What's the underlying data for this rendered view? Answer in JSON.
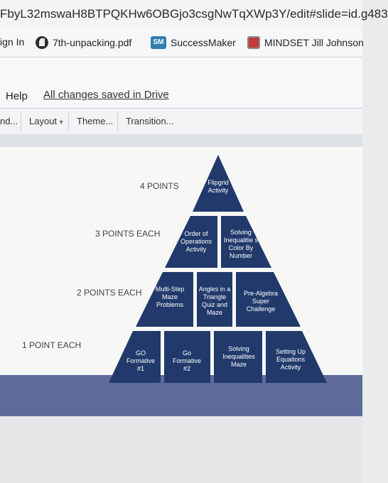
{
  "browser": {
    "url": "FbyL32mswaH8BTPQKHw6OBGjo3csgNwTqXWp3Y/edit#slide=id.g483",
    "bookmarks": [
      {
        "label": "ign In",
        "icon": "generic"
      },
      {
        "label": "7th-unpacking.pdf",
        "icon": "pdf-icon"
      },
      {
        "label": "SuccessMaker",
        "icon": "successmaker-icon",
        "icon_text": "SM"
      },
      {
        "label": "MINDSET Jill Johnson",
        "icon": "mindset-icon"
      }
    ]
  },
  "app": {
    "menu_help": "Help",
    "save_status": "All changes saved in Drive"
  },
  "toolbar": {
    "background": "nd...",
    "layout": "Layout",
    "layout_arrow": "▾",
    "theme": "Theme...",
    "transition": "Transition..."
  },
  "slide": {
    "levels": [
      {
        "label": "4 POINTS",
        "boxes": [
          "Flipgrid Activity"
        ]
      },
      {
        "label": "3 POINTS EACH",
        "boxes": [
          "Order of Operations Activity",
          "Solving Inequalitie s Color By Number"
        ]
      },
      {
        "label": "2 POINTS EACH",
        "boxes": [
          "Multi-Step Maze Problems",
          "Angles in a Triangle Quiz and Maze",
          "Pre-Algebra Super Challenge"
        ]
      },
      {
        "label": "1 POINT EACH",
        "boxes": [
          "GO Formative #1",
          "Go Formative #2",
          "Solving Inequalities Maze",
          "Setting Up Equations Activity"
        ]
      }
    ],
    "colors": {
      "pyramid": "#213a6b",
      "band": "#5e6a98"
    }
  }
}
